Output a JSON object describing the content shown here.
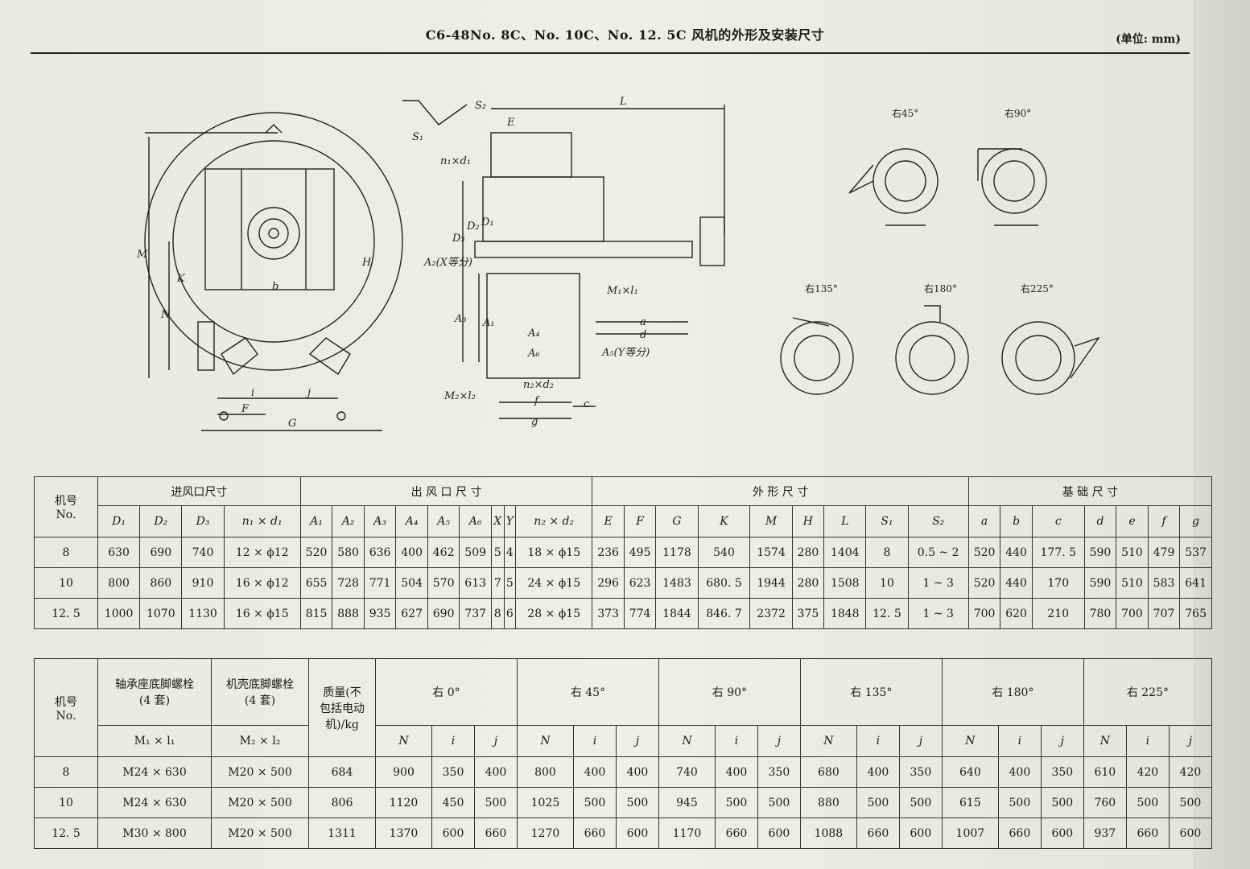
{
  "doc": {
    "title": "C6-48No. 8C、No. 10C、No. 12. 5C 风机的外形及安装尺寸",
    "unit": "(单位: mm)",
    "edge_text": ""
  },
  "drawing": {
    "labels": {
      "M": "M",
      "K": "K",
      "N": "N",
      "H": "H",
      "b": "b",
      "i": "i",
      "j": "j",
      "F": "F",
      "G": "G",
      "L": "L",
      "E": "E",
      "S1": "S₁",
      "S2": "S₂",
      "n1d1": "n₁×d₁",
      "D3": "D₃",
      "D2": "D₂",
      "D1": "D₁",
      "A2": "A₂(X等分)",
      "A3": "A₃",
      "A1": "A₁",
      "A4": "A₄",
      "A6": "A₆",
      "A5": "A₅(Y等分)",
      "M1l1": "M₁×l₁",
      "n2d2": "n₂×d₂",
      "M2l2": "M₂×l₂",
      "f": "f",
      "c": "c",
      "g": "g",
      "a": "a",
      "d": "d"
    },
    "orientations": [
      "右45°",
      "右90°",
      "右135°",
      "右180°",
      "右225°"
    ]
  },
  "table1": {
    "header": {
      "machine": "机号",
      "machine_en": "No."
    },
    "groups": [
      "进风口尺寸",
      "出 风 口 尺 寸",
      "外 形 尺 寸",
      "基 础 尺 寸"
    ],
    "columns": [
      "D₁",
      "D₂",
      "D₃",
      "n₁ × d₁",
      "A₁",
      "A₂",
      "A₃",
      "A₄",
      "A₅",
      "A₆",
      "X",
      "Y",
      "n₂ × d₂",
      "E",
      "F",
      "G",
      "K",
      "M",
      "H",
      "L",
      "S₁",
      "S₂",
      "a",
      "b",
      "c",
      "d",
      "e",
      "f",
      "g"
    ],
    "rows": [
      [
        "8",
        "630",
        "690",
        "740",
        "12 × ϕ12",
        "520",
        "580",
        "636",
        "400",
        "462",
        "509",
        "5",
        "4",
        "18 × ϕ15",
        "236",
        "495",
        "1178",
        "540",
        "1574",
        "280",
        "1404",
        "8",
        "0.5 ~ 2",
        "520",
        "440",
        "177. 5",
        "590",
        "510",
        "479",
        "537"
      ],
      [
        "10",
        "800",
        "860",
        "910",
        "16 × ϕ12",
        "655",
        "728",
        "771",
        "504",
        "570",
        "613",
        "7",
        "5",
        "24 × ϕ15",
        "296",
        "623",
        "1483",
        "680. 5",
        "1944",
        "280",
        "1508",
        "10",
        "1 ~ 3",
        "520",
        "440",
        "170",
        "590",
        "510",
        "583",
        "641"
      ],
      [
        "12. 5",
        "1000",
        "1070",
        "1130",
        "16 × ϕ15",
        "815",
        "888",
        "935",
        "627",
        "690",
        "737",
        "8",
        "6",
        "28 × ϕ15",
        "373",
        "774",
        "1844",
        "846. 7",
        "2372",
        "375",
        "1848",
        "12. 5",
        "1 ~ 3",
        "700",
        "620",
        "210",
        "780",
        "700",
        "707",
        "765"
      ]
    ]
  },
  "table2": {
    "header": {
      "machine": "机号",
      "machine_en": "No.",
      "bearing_bolt": "轴承座底脚螺栓",
      "bearing_bolt_qty": "(4 套)",
      "casing_bolt": "机壳底脚螺栓",
      "casing_bolt_qty": "(4 套)",
      "mass_1": "质量(不",
      "mass_2": "包括电动",
      "mass_3": "机)/kg"
    },
    "subheaders": [
      "M₁ × l₁",
      "M₂ × l₂"
    ],
    "orientations": [
      "右 0°",
      "右 45°",
      "右 90°",
      "右 135°",
      "右 180°",
      "右 225°"
    ],
    "nij": [
      "N",
      "i",
      "j"
    ],
    "rows": [
      [
        "8",
        "M24 × 630",
        "M20 × 500",
        "684",
        "900",
        "350",
        "400",
        "800",
        "400",
        "400",
        "740",
        "400",
        "350",
        "680",
        "400",
        "350",
        "640",
        "400",
        "350",
        "610",
        "420",
        "420"
      ],
      [
        "10",
        "M24 × 630",
        "M20 × 500",
        "806",
        "1120",
        "450",
        "500",
        "1025",
        "500",
        "500",
        "945",
        "500",
        "500",
        "880",
        "500",
        "500",
        "615",
        "500",
        "500",
        "760",
        "500",
        "500"
      ],
      [
        "12. 5",
        "M30 × 800",
        "M20 × 500",
        "1311",
        "1370",
        "600",
        "660",
        "1270",
        "660",
        "600",
        "1170",
        "660",
        "600",
        "1088",
        "660",
        "600",
        "1007",
        "660",
        "600",
        "937",
        "660",
        "600"
      ]
    ]
  }
}
